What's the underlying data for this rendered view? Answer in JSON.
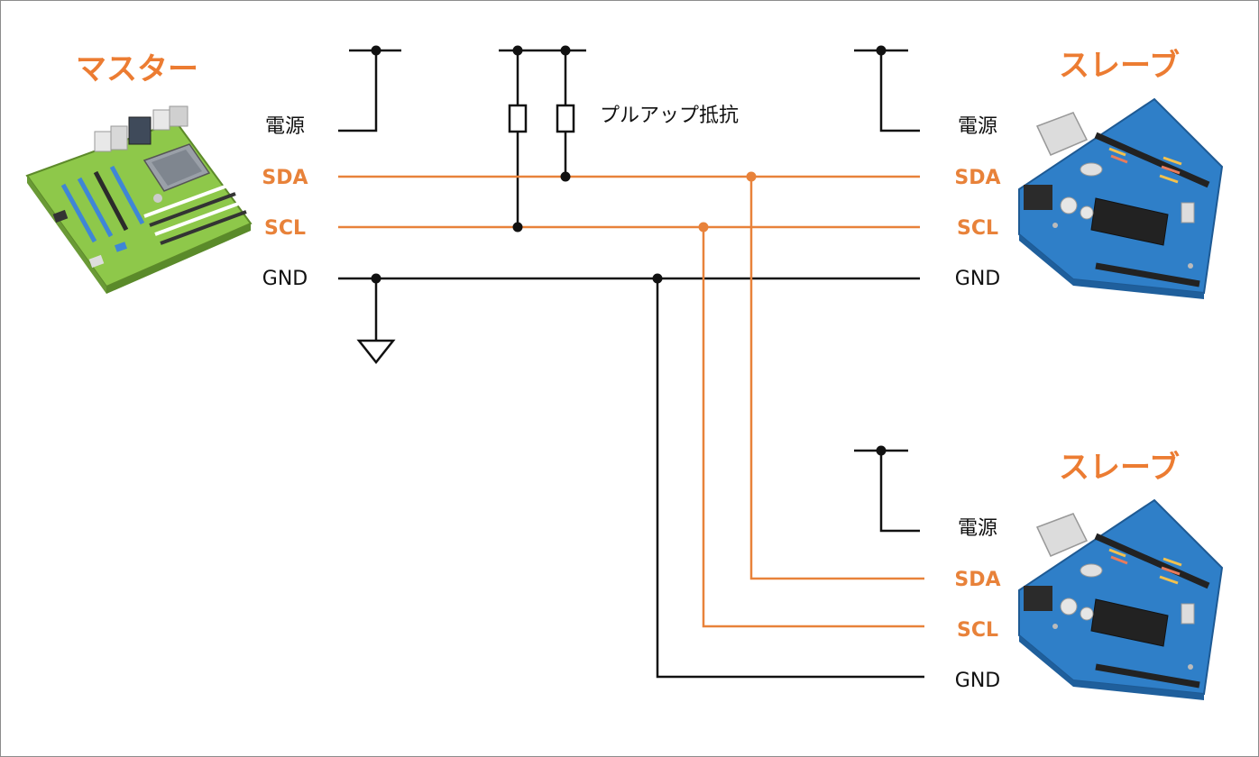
{
  "master": {
    "title": "マスター",
    "pins": {
      "power": "電源",
      "sda": "SDA",
      "scl": "SCL",
      "gnd": "GND"
    }
  },
  "slave1": {
    "title": "スレーブ",
    "pins": {
      "power": "電源",
      "sda": "SDA",
      "scl": "SCL",
      "gnd": "GND"
    }
  },
  "slave2": {
    "title": "スレーブ",
    "pins": {
      "power": "電源",
      "sda": "SDA",
      "scl": "SCL",
      "gnd": "GND"
    }
  },
  "pullup": {
    "label": "プルアップ抵抗"
  },
  "colors": {
    "signal": "#e8823a",
    "title": "#ec7c32",
    "wire": "#111111"
  },
  "icons": {
    "master_device": "motherboard-illustration",
    "slave_device": "microcontroller-board-illustration",
    "ground": "ground-symbol"
  }
}
